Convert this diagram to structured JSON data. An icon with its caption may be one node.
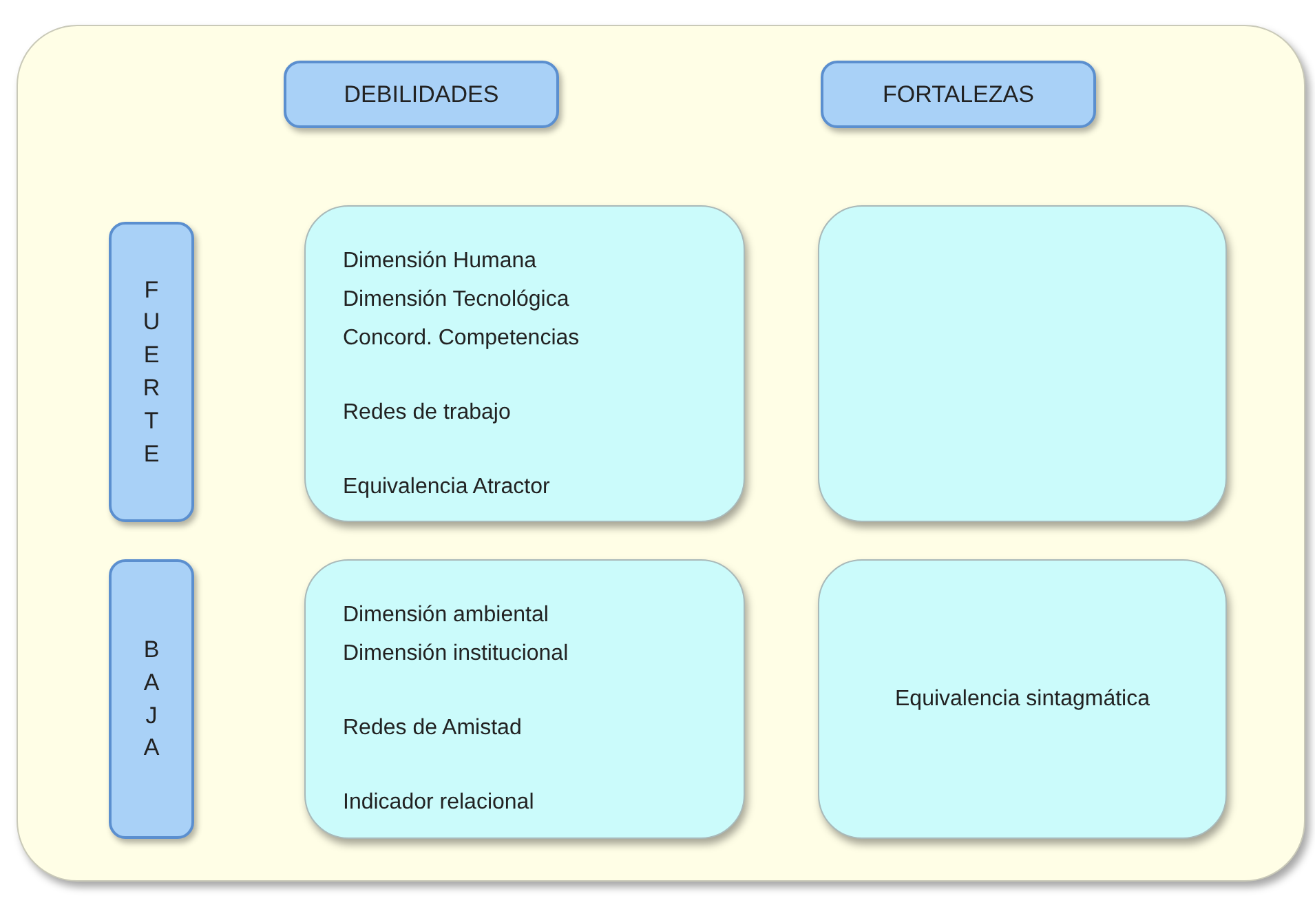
{
  "diagram": {
    "nodes": [
      {
        "text": [],
        "shape": "box"
      },
      {
        "text": [
          "DEBILIDADES"
        ],
        "in": 0
      },
      {
        "text": [
          "FORTALEZAS"
        ],
        "in": 0
      },
      {
        "text": [
          "FUERTE"
        ],
        "in": 0
      },
      {
        "text": [
          "Dimensión Humana",
          "Dimensión Tecnológica",
          "Concord. Competencias",
          "Redes de trabajo",
          "Equivalencia Atractor"
        ],
        "in": 0
      },
      {
        "text": [],
        "shape": "box",
        "in": 0
      },
      {
        "text": [
          "BAJA"
        ],
        "in": 0
      },
      {
        "text": [
          "Dimensión ambiental",
          "Dimensión institucional",
          "Redes de Amistad",
          "Indicador relacional"
        ],
        "in": 0
      },
      {
        "text": [
          "Equivalencia sintagmática"
        ],
        "in": 0
      }
    ]
  }
}
